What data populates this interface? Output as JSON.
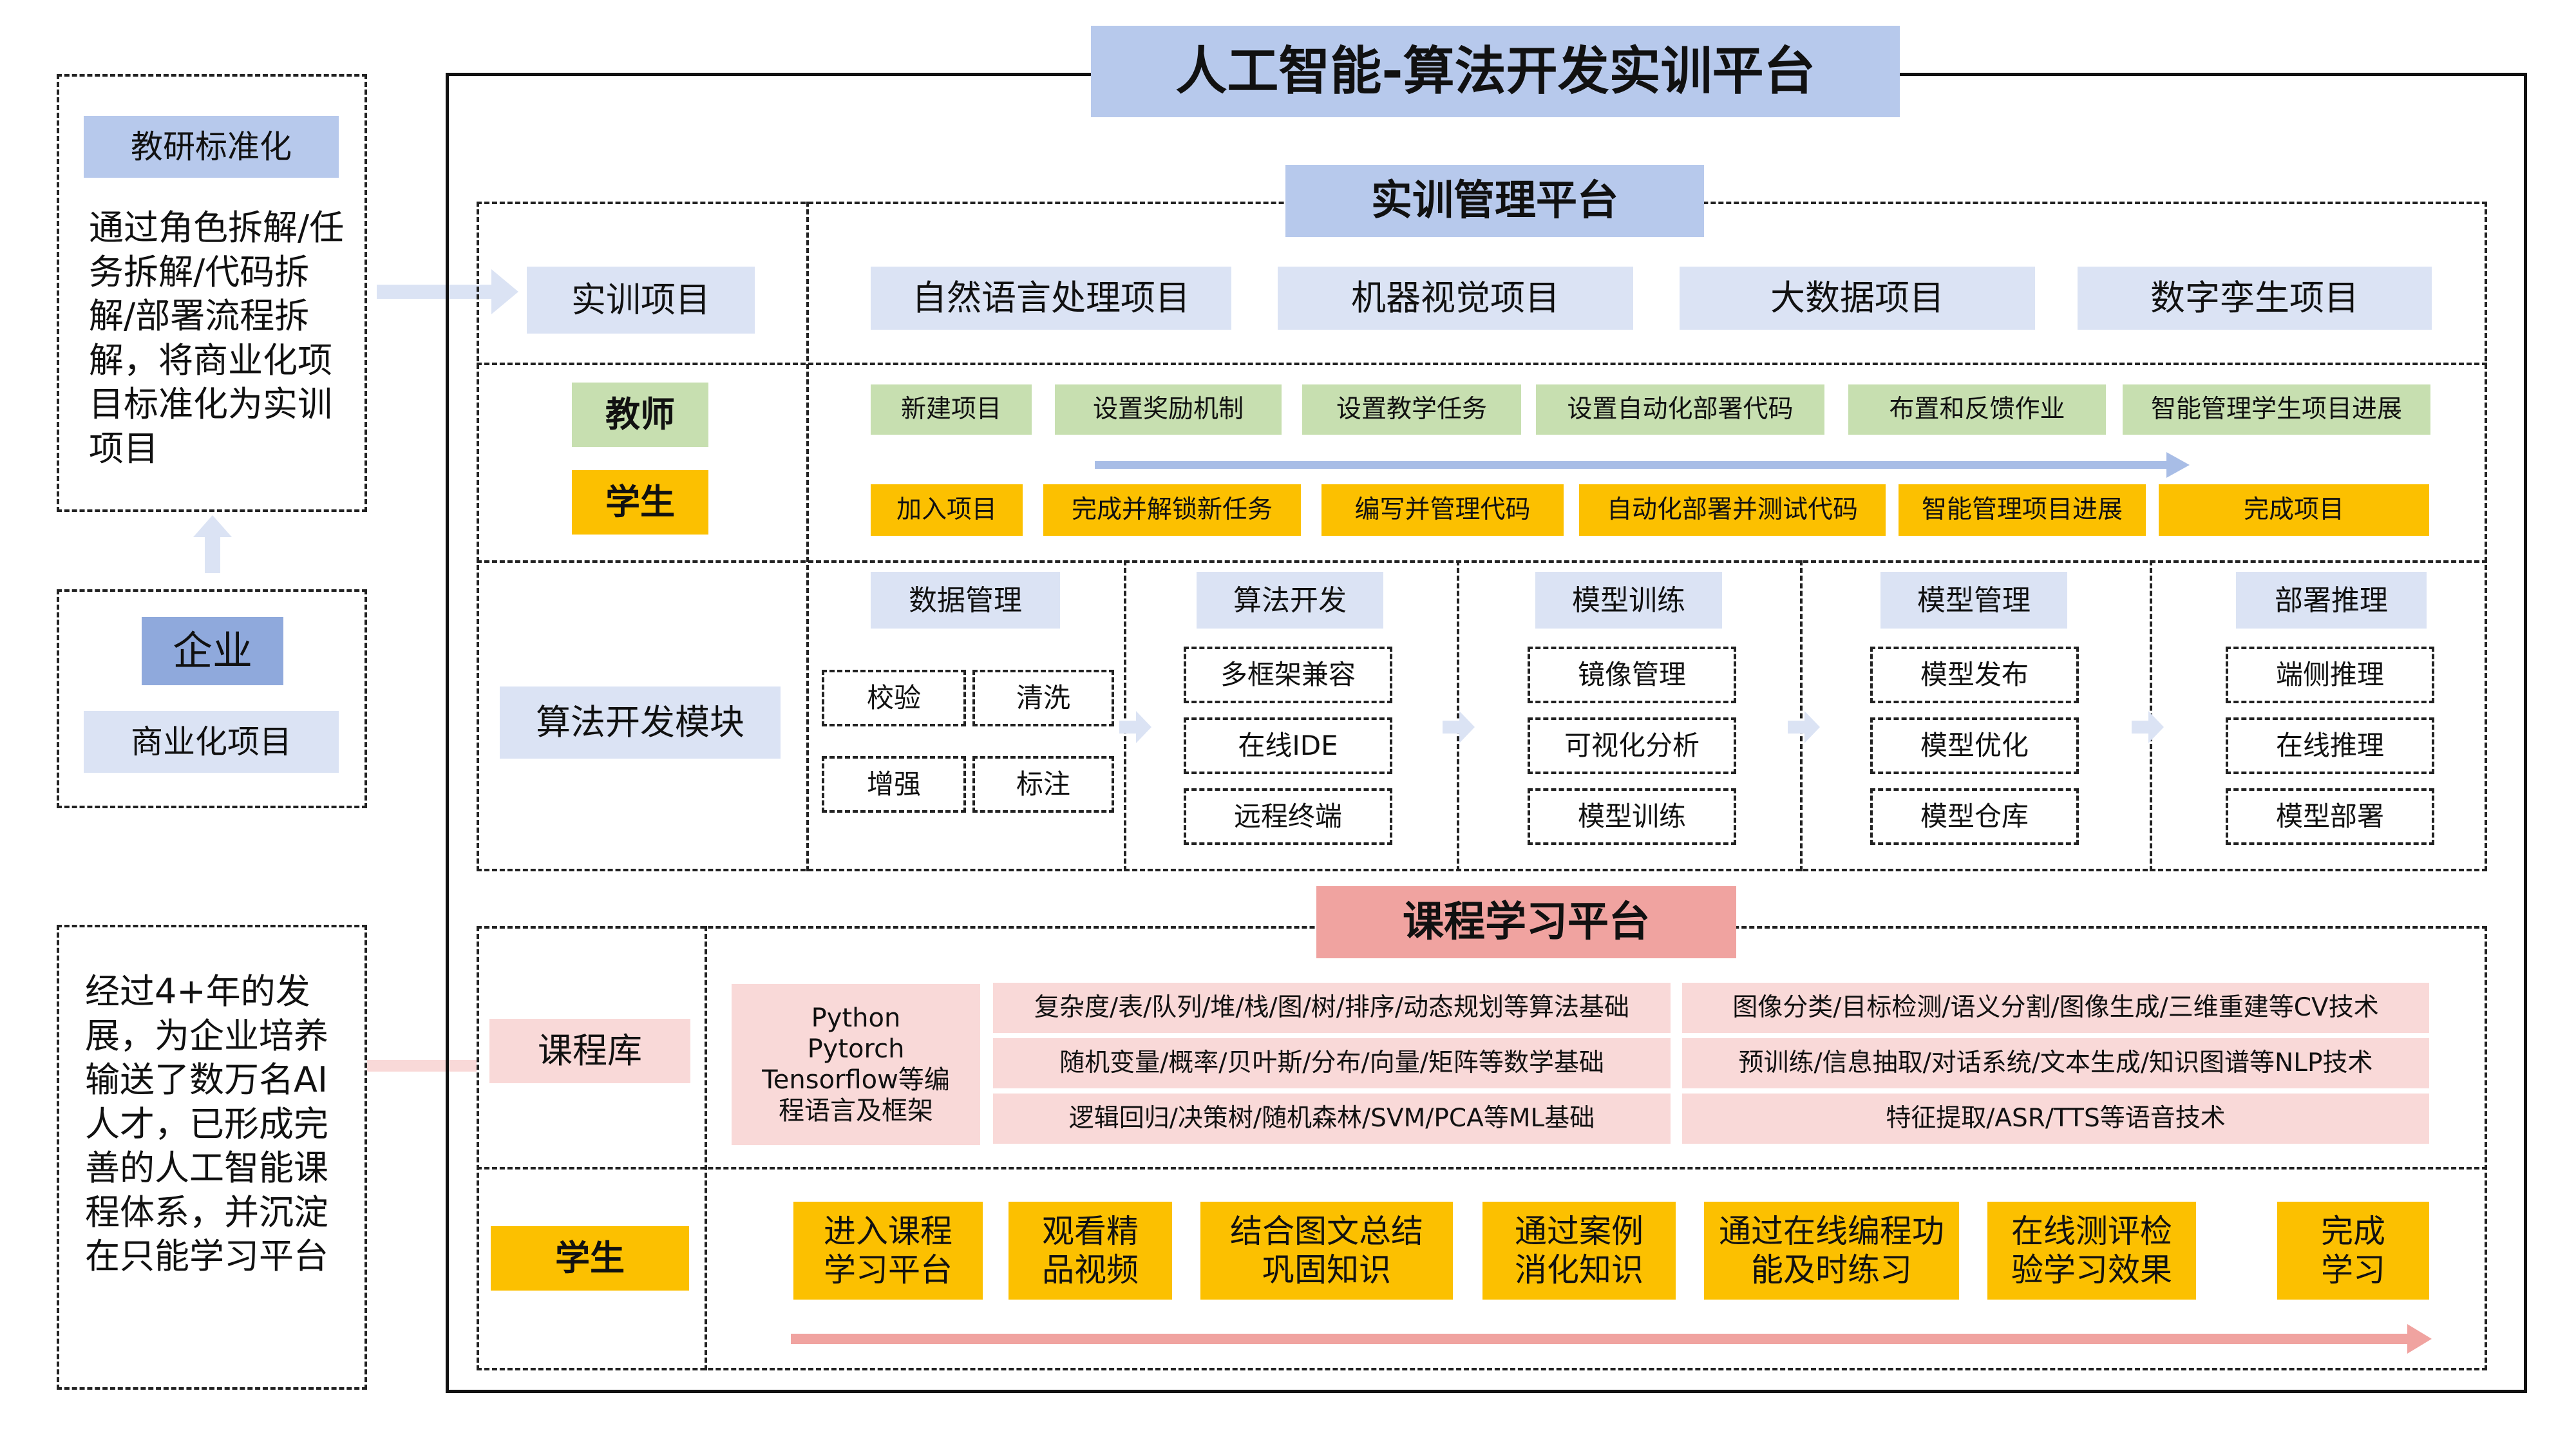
{
  "title": "人工智能-算法开发实训平台",
  "left": {
    "top_tag": "教研标准化",
    "top_text": "通过角色拆解/任务拆解/代码拆解/部署流程拆解，将商业化项目标准化为实训项目",
    "enterprise": "企业",
    "commercial": "商业化项目",
    "bottom_text": "经过4+年的发展，为企业培养输送了数万名AI人才，已形成完善的人工智能课程体系，并沉淀在只能学习平台"
  },
  "mgmt": {
    "title": "实训管理平台",
    "projects_label": "实训项目",
    "projects": [
      "自然语言处理项目",
      "机器视觉项目",
      "大数据项目",
      "数字孪生项目"
    ],
    "teacher_label": "教师",
    "student_label": "学生",
    "teacher_steps": [
      "新建项目",
      "设置奖励机制",
      "设置教学任务",
      "设置自动化部署代码",
      "布置和反馈作业",
      "智能管理学生项目进展"
    ],
    "student_steps": [
      "加入项目",
      "完成并解锁新任务",
      "编写并管理代码",
      "自动化部署并测试代码",
      "智能管理项目进展",
      "完成项目"
    ],
    "algo_label": "算法开发模块",
    "modules": [
      {
        "title": "数据管理",
        "items": [
          "校验",
          "清洗",
          "增强",
          "标注"
        ]
      },
      {
        "title": "算法开发",
        "items": [
          "多框架兼容",
          "在线IDE",
          "远程终端"
        ]
      },
      {
        "title": "模型训练",
        "items": [
          "镜像管理",
          "可视化分析",
          "模型训练"
        ]
      },
      {
        "title": "模型管理",
        "items": [
          "模型发布",
          "模型优化",
          "模型仓库"
        ]
      },
      {
        "title": "部署推理",
        "items": [
          "端侧推理",
          "在线推理",
          "模型部署"
        ]
      }
    ]
  },
  "course": {
    "title": "课程学习平台",
    "library_label": "课程库",
    "lang_box": [
      "Python",
      "Pytorch",
      "Tensorflow等编",
      "程语言及框架"
    ],
    "mid_items": [
      "复杂度/表/队列/堆/栈/图/树/排序/动态规划等算法基础",
      "随机变量/概率/贝叶斯/分布/向量/矩阵等数学基础",
      "逻辑回归/决策树/随机森林/SVM/PCA等ML基础"
    ],
    "right_items": [
      "图像分类/目标检测/语义分割/图像生成/三维重建等CV技术",
      "预训练/信息抽取/对话系统/文本生成/知识图谱等NLP技术",
      "特征提取/ASR/TTS等语音技术"
    ],
    "student_label": "学生",
    "student_steps": [
      [
        "进入课程",
        "学习平台"
      ],
      [
        "观看精",
        "品视频"
      ],
      [
        "结合图文总结",
        "巩固知识"
      ],
      [
        "通过案例",
        "消化知识"
      ],
      [
        "通过在线编程功",
        "能及时练习"
      ],
      [
        "在线测评检",
        "验学习效果"
      ],
      [
        "完成",
        "学习"
      ]
    ]
  },
  "colors": {
    "blue": "#b7c9ec",
    "green": "#c7dfb0",
    "gold": "#fcc000",
    "pink": "#f9d9d8",
    "pink_strong": "#f0a3a0"
  }
}
